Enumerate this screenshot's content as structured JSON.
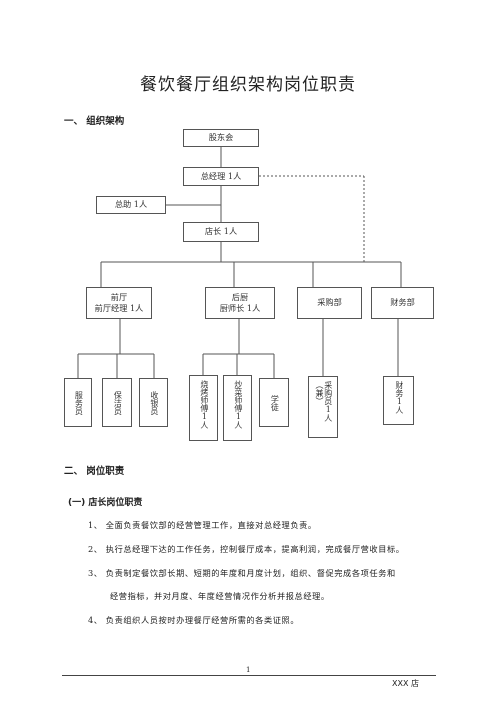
{
  "doc": {
    "title": "餐饮餐厅组织架构岗位职责",
    "section1": "一、 组织架构",
    "section2": "二、 岗位职责",
    "subsection1": "(一) 店长岗位职责",
    "paragraphs": [
      "1、 全面负责餐饮部的经营管理工作，直接对总经理负责。",
      "2、 执行总经理下达的工作任务，控制餐厅成本，提高利润，完成餐厅营收目标。",
      "3、 负责制定餐饮部长期、短期的年度和月度计划，组织、督促完成各项任务和",
      "经营指标，并对月度、年度经营情况作分析并报总经理。",
      "4、 负责组织人员按时办理餐厅经营所需的各类证照。"
    ],
    "page_number": "1",
    "shop_name": "XXX 店"
  },
  "org": {
    "board": "股东会",
    "gm": "总经理 1人",
    "assistant": "总助 1人",
    "store_manager": "店长 1人",
    "front": {
      "line1": "前厅",
      "line2": "前厅经理 1人"
    },
    "kitchen": {
      "line1": "后厨",
      "line2": "厨师长 1人"
    },
    "purchasing": "采购部",
    "finance": "财务部",
    "staff": {
      "waiter": "服务员",
      "cleaner": "保洁员",
      "cashier": "收银员",
      "roast_chef": "烧烤师傅1人",
      "wok_chef": "炒菜师傅1人",
      "apprentice": "学徒",
      "buyer": "采购员1人（兼）",
      "accountant": "财务1人"
    }
  }
}
